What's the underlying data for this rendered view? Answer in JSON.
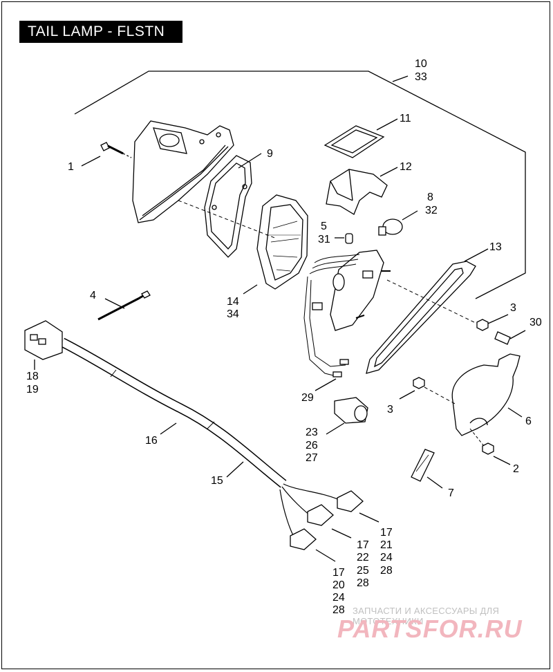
{
  "title": "TAIL LAMP - FLSTN",
  "callouts": {
    "c1": "1",
    "c2": "2",
    "c3a": "3",
    "c3b": "3",
    "c4": "4",
    "c5": "5",
    "c6": "6",
    "c7": "7",
    "c8": "8",
    "c9": "9",
    "c10": "10",
    "c11": "11",
    "c12": "12",
    "c13": "13",
    "c14": "14",
    "c15": "15",
    "c16": "16",
    "c17a": "17",
    "c17b": "17",
    "c17c": "17",
    "c18": "18",
    "c19": "19",
    "c20": "20",
    "c21": "21",
    "c22": "22",
    "c23": "23",
    "c24a": "24",
    "c24b": "24",
    "c25": "25",
    "c26": "26",
    "c27": "27",
    "c28a": "28",
    "c28b": "28",
    "c28c": "28",
    "c29": "29",
    "c30": "30",
    "c31": "31",
    "c32": "32",
    "c33": "33",
    "c34": "34"
  },
  "watermark": {
    "tagline": "ЗАПЧАСТИ И АКСЕССУАРЫ ДЛЯ МОТОТЕХНИКИ",
    "brand": "PARTSFOR.RU"
  }
}
